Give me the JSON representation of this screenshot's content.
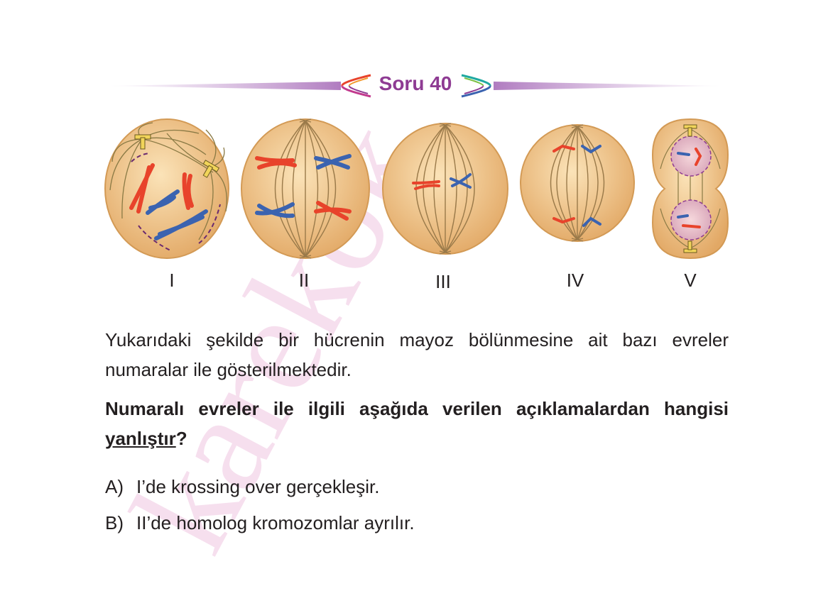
{
  "header": {
    "title": "Soru 40"
  },
  "watermark": {
    "text": "karekök"
  },
  "figure": {
    "stage_labels": [
      "I",
      "II",
      "III",
      "IV",
      "V"
    ]
  },
  "question": {
    "intro": "Yukarıdaki şekilde bir hücrenin mayoz bölünmesine ait bazı evreler numaralar ile gösterilmektedir.",
    "prompt_main": "Numaralı evreler ile ilgili aşağıda verilen açıklamalardan hangisi ",
    "prompt_underlined": "yanlıştır",
    "prompt_end": "?"
  },
  "options": [
    {
      "letter": "A)",
      "text": "I’de krossing over gerçekleşir."
    },
    {
      "letter": "B)",
      "text": "II’de homolog kromozomlar ayrılır."
    }
  ],
  "colors": {
    "title": "#8e3b93",
    "cell_fill": "#f2c98b",
    "spindle": "#9a7a4a",
    "chromosome_red": "#e8432b",
    "chromosome_blue": "#3b63b0",
    "watermark": "#f2cfe6"
  }
}
